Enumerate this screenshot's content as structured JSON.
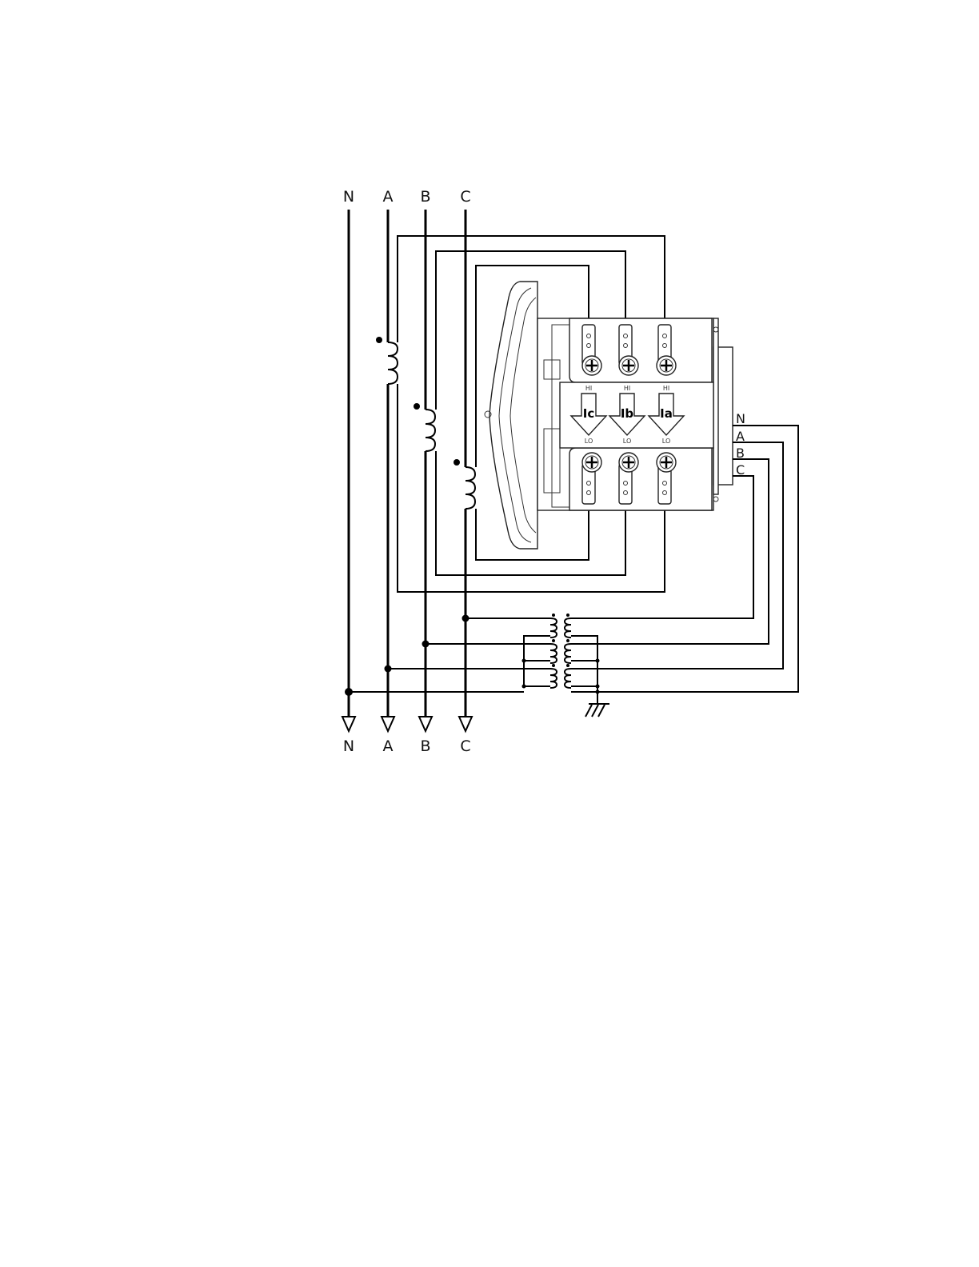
{
  "lines_top": [
    "N",
    "A",
    "B",
    "C"
  ],
  "lines_bottom": [
    "N",
    "A",
    "B",
    "C"
  ],
  "voltage_inputs": [
    "N",
    "A",
    "B",
    "C"
  ],
  "current_inputs": [
    {
      "name": "Ic",
      "hi": "HI",
      "lo": "LO"
    },
    {
      "name": "Ib",
      "hi": "HI",
      "lo": "LO"
    },
    {
      "name": "Ia",
      "hi": "HI",
      "lo": "LO"
    }
  ]
}
